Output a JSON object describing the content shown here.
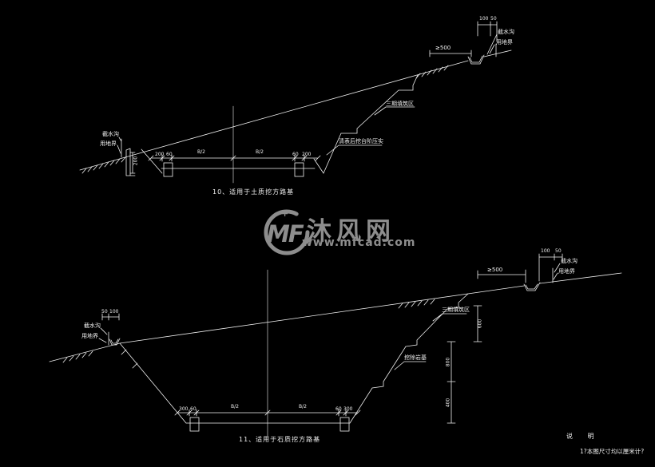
{
  "watermark": {
    "logo": "MF",
    "star": "+",
    "name": "沐风网",
    "url": "www.mfcad.com",
    "color": "#8d8d8d"
  },
  "notes": {
    "title": "说 明",
    "item1": "1?本图尺寸均以厘米计?"
  },
  "top": {
    "caption": "10、适用于土质挖方路基",
    "left_labels": {
      "l1": "截水沟",
      "l2": "用地界"
    },
    "wall_dim": "200",
    "row": {
      "d1": "200",
      "d2": "60",
      "d3": "B/2",
      "d4": "B/2",
      "d5": "60",
      "d6": "200"
    },
    "slope": {
      "zone": "三期填筑区",
      "treat": "清表后挖台阶压实"
    },
    "right": {
      "offset": "≥500",
      "w": "100",
      "b": "50",
      "l1": "截水沟",
      "l2": "用地界"
    }
  },
  "bottom": {
    "caption": "11、适用于石质挖方路基",
    "left": {
      "b": "50",
      "w": "100",
      "l1": "截水沟",
      "l2": "用地界"
    },
    "row": {
      "d1": "300",
      "d2": "60",
      "d3": "B/2",
      "d4": "B/2",
      "d5": "60",
      "d6": "300"
    },
    "slope": {
      "zone": "三期填筑区",
      "treat": "挖除岩基"
    },
    "heights": {
      "h1": "600",
      "h2": "800",
      "h3": "400"
    },
    "right": {
      "offset": "≥500",
      "w": "100",
      "b": "50",
      "l1": "截水沟",
      "l2": "用地界"
    }
  }
}
